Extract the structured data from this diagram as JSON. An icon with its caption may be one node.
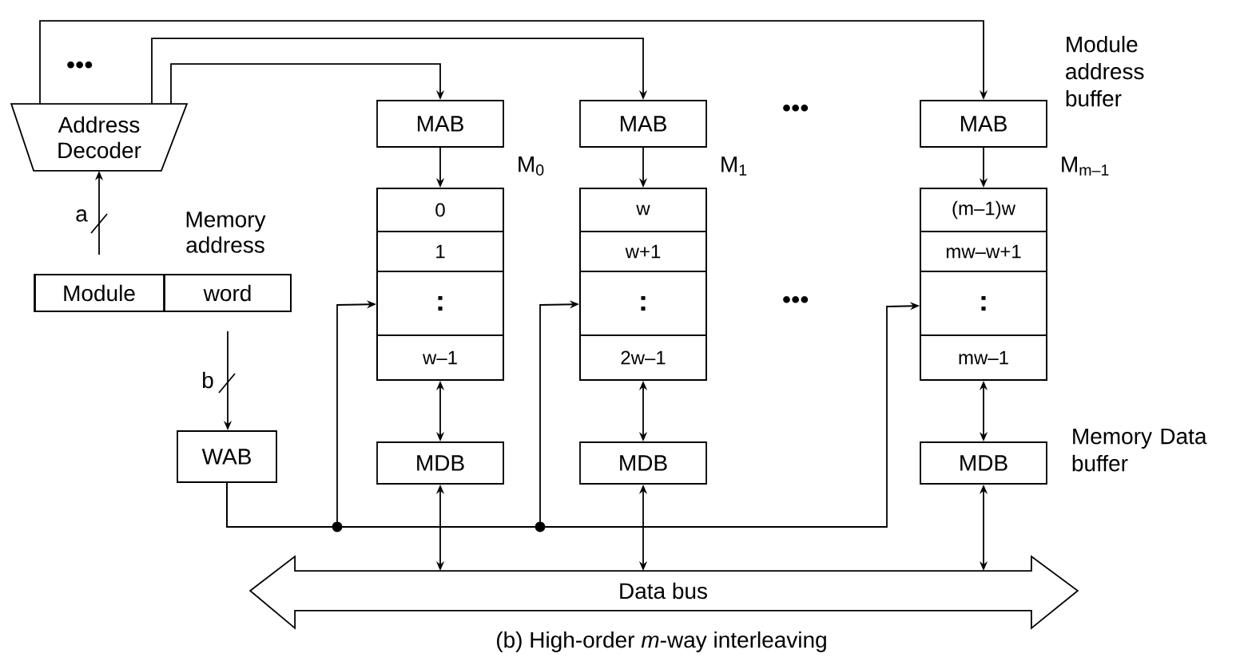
{
  "diagram": {
    "caption": "(b) High-order *m*-way interleaving",
    "nodes": [
      {
        "text": [
          "Address Decoder"
        ]
      },
      {
        "text": [
          "Memory address"
        ]
      },
      {
        "text": [
          "Module"
        ],
        "in": 1
      },
      {
        "text": [
          "word"
        ],
        "in": 1
      },
      {
        "text": [
          "WAB"
        ]
      },
      {
        "text": [
          "MAB"
        ]
      },
      {
        "text": [],
        "shape": "box",
        "beside": [
          "M$_{0}$"
        ]
      },
      {
        "text": [
          "0"
        ],
        "in": 6
      },
      {
        "text": [
          "1"
        ],
        "in": 6
      },
      {
        "text": [
          ":"
        ],
        "in": 6
      },
      {
        "text": [
          "w–1"
        ],
        "in": 6
      },
      {
        "text": [
          "MDB"
        ]
      },
      {
        "text": [
          "MAB"
        ]
      },
      {
        "text": [],
        "shape": "box",
        "beside": [
          "M$_{1}$"
        ]
      },
      {
        "text": [
          "w"
        ],
        "in": 13
      },
      {
        "text": [
          "w+1"
        ],
        "in": 13
      },
      {
        "text": [
          ":"
        ],
        "in": 13
      },
      {
        "text": [
          "2w–1"
        ],
        "in": 13
      },
      {
        "text": [
          "MDB"
        ]
      },
      {
        "text": [
          "MAB"
        ]
      },
      {
        "text": [],
        "shape": "box",
        "beside": [
          "M$_{m–1}$"
        ]
      },
      {
        "text": [
          "(m–1)w"
        ],
        "in": 20
      },
      {
        "text": [
          "mw–w+1"
        ],
        "in": 20
      },
      {
        "text": [
          ":"
        ],
        "in": 20
      },
      {
        "text": [
          "mw–1"
        ],
        "in": 20
      },
      {
        "text": [
          "MDB"
        ]
      },
      {
        "text": [
          "Data bus"
        ]
      }
    ],
    "edges": [
      {
        "from": 2,
        "to": 0,
        "arrow": "to",
        "label": "a"
      },
      {
        "from": 3,
        "to": 4,
        "arrow": "to",
        "label": "b"
      },
      {
        "from": 0,
        "to": 5,
        "arrow": "to"
      },
      {
        "from": 0,
        "to": 12,
        "arrow": "to"
      },
      {
        "from": 0,
        "to": 19,
        "arrow": "to"
      },
      {
        "from": 4,
        "to": 6,
        "arrow": "to"
      },
      {
        "from": 4,
        "to": 13,
        "arrow": "to"
      },
      {
        "from": 4,
        "to": 20,
        "arrow": "to"
      },
      {
        "from": 5,
        "to": 6,
        "arrow": "to"
      },
      {
        "from": 6,
        "to": 11,
        "arrow": "both"
      },
      {
        "from": 11,
        "to": 26,
        "arrow": "both"
      },
      {
        "from": 12,
        "to": 13,
        "arrow": "to"
      },
      {
        "from": 13,
        "to": 18,
        "arrow": "both"
      },
      {
        "from": 18,
        "to": 26,
        "arrow": "both"
      },
      {
        "from": 19,
        "to": 20,
        "arrow": "to"
      },
      {
        "from": 20,
        "to": 25,
        "arrow": "both"
      },
      {
        "from": 25,
        "to": 26,
        "arrow": "both"
      }
    ],
    "labels": [
      "Module address buffer",
      "•••",
      "•••",
      "•••",
      "Memory Data buffer"
    ]
  }
}
